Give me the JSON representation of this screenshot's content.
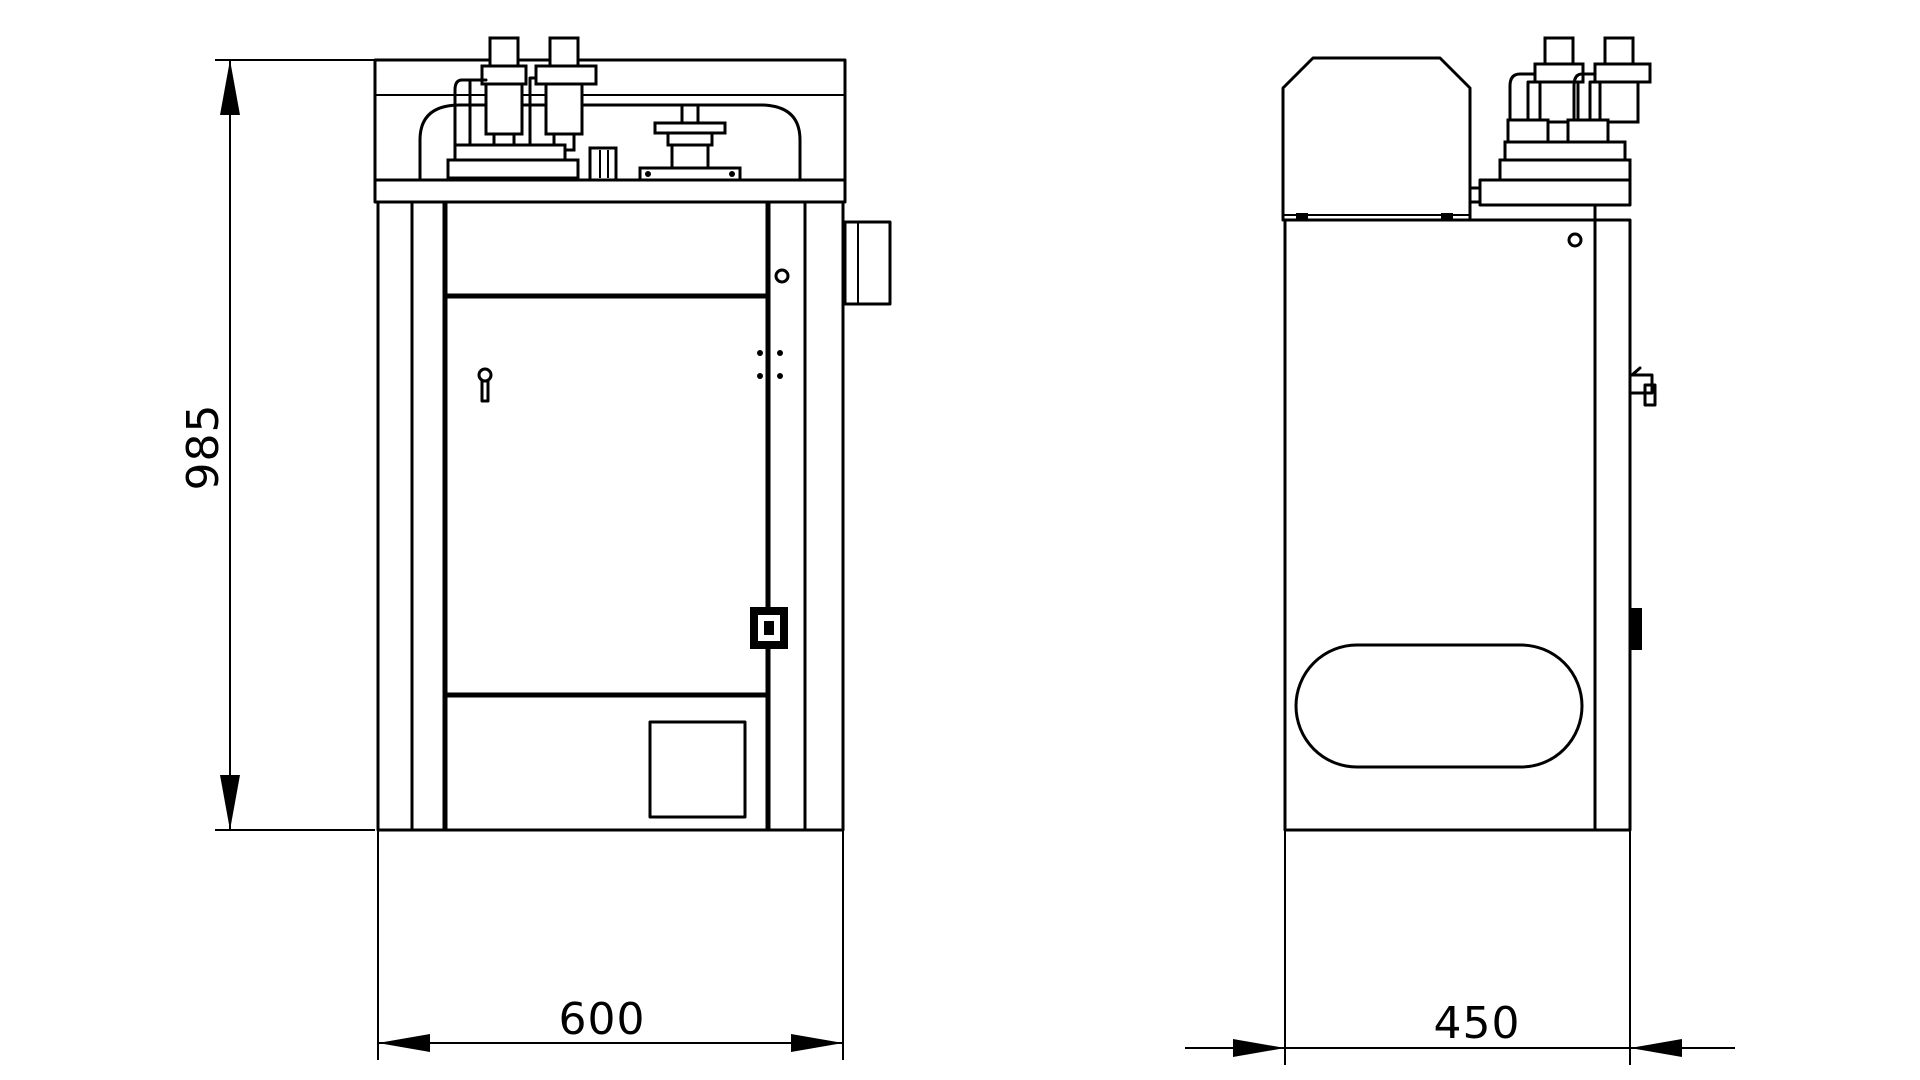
{
  "dimensions": {
    "height_label": "985",
    "front_width_label": "600",
    "side_depth_label": "450"
  },
  "colors": {
    "line": "#000000",
    "background": "#ffffff"
  }
}
